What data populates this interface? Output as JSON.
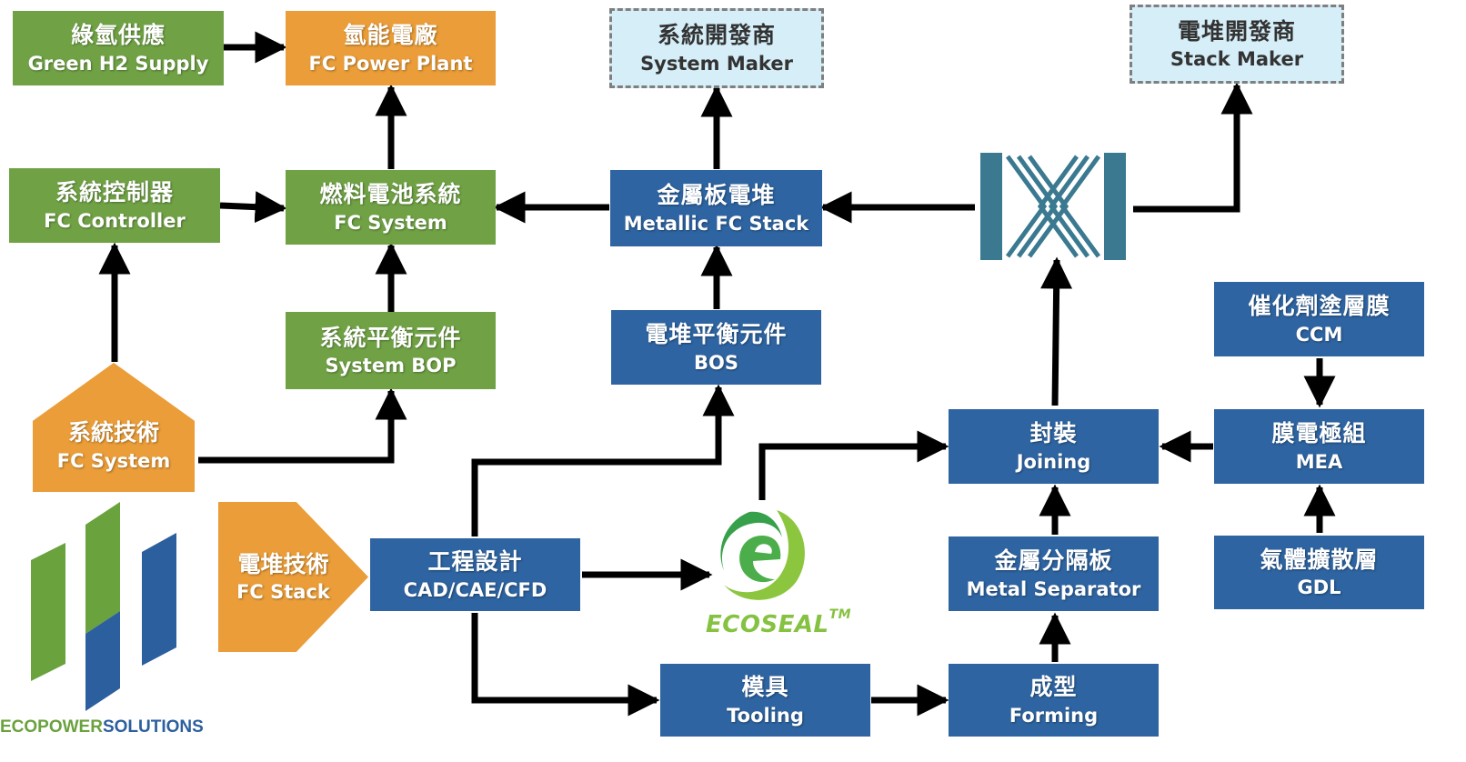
{
  "nodes": {
    "green_h2": {
      "zh": "綠氫供應",
      "en": "Green H2 Supply"
    },
    "fc_plant": {
      "zh": "氫能電廠",
      "en": "FC Power Plant"
    },
    "system_maker": {
      "zh": "系統開發商",
      "en": "System  Maker"
    },
    "stack_maker": {
      "zh": "電堆開發商",
      "en": "Stack Maker"
    },
    "fc_controller": {
      "zh": "系統控制器",
      "en": "FC Controller"
    },
    "fc_system": {
      "zh": "燃料電池系統",
      "en": "FC System"
    },
    "metallic_stack": {
      "zh": "金屬板電堆",
      "en": "Metallic FC Stack"
    },
    "system_bop": {
      "zh": "系統平衡元件",
      "en": "System BOP"
    },
    "bos": {
      "zh": "電堆平衡元件",
      "en": "BOS"
    },
    "ccm": {
      "zh": "催化劑塗層膜",
      "en": "CCM"
    },
    "sys_tech": {
      "zh": "系統技術",
      "en": "FC System"
    },
    "joining": {
      "zh": "封裝",
      "en": "Joining"
    },
    "mea": {
      "zh": "膜電極組",
      "en": "MEA"
    },
    "stack_tech": {
      "zh": "電堆技術",
      "en": "FC Stack"
    },
    "cad": {
      "zh": "工程設計",
      "en": "CAD/CAE/CFD"
    },
    "metal_sep": {
      "zh": "金屬分隔板",
      "en": "Metal Separator"
    },
    "gdl": {
      "zh": "氣體擴散層",
      "en": "GDL"
    },
    "tooling": {
      "zh": "模具",
      "en": "Tooling"
    },
    "forming": {
      "zh": "成型",
      "en": "Forming"
    }
  },
  "ecoseal": {
    "name": "ECOSEAL",
    "tm": "TM"
  },
  "company": {
    "part1": "ECOPOWER",
    "part2": "SOLUTIONS"
  },
  "colors": {
    "green": "#70a245",
    "orange": "#ea9d38",
    "blue": "#2e64a1",
    "light_blue": "#d5eef8",
    "teal": "#3a7990",
    "arrow": "#000000"
  },
  "icons": [
    "joiner-x-logo",
    "ecoseal-logo",
    "ecopower-h-logo"
  ]
}
